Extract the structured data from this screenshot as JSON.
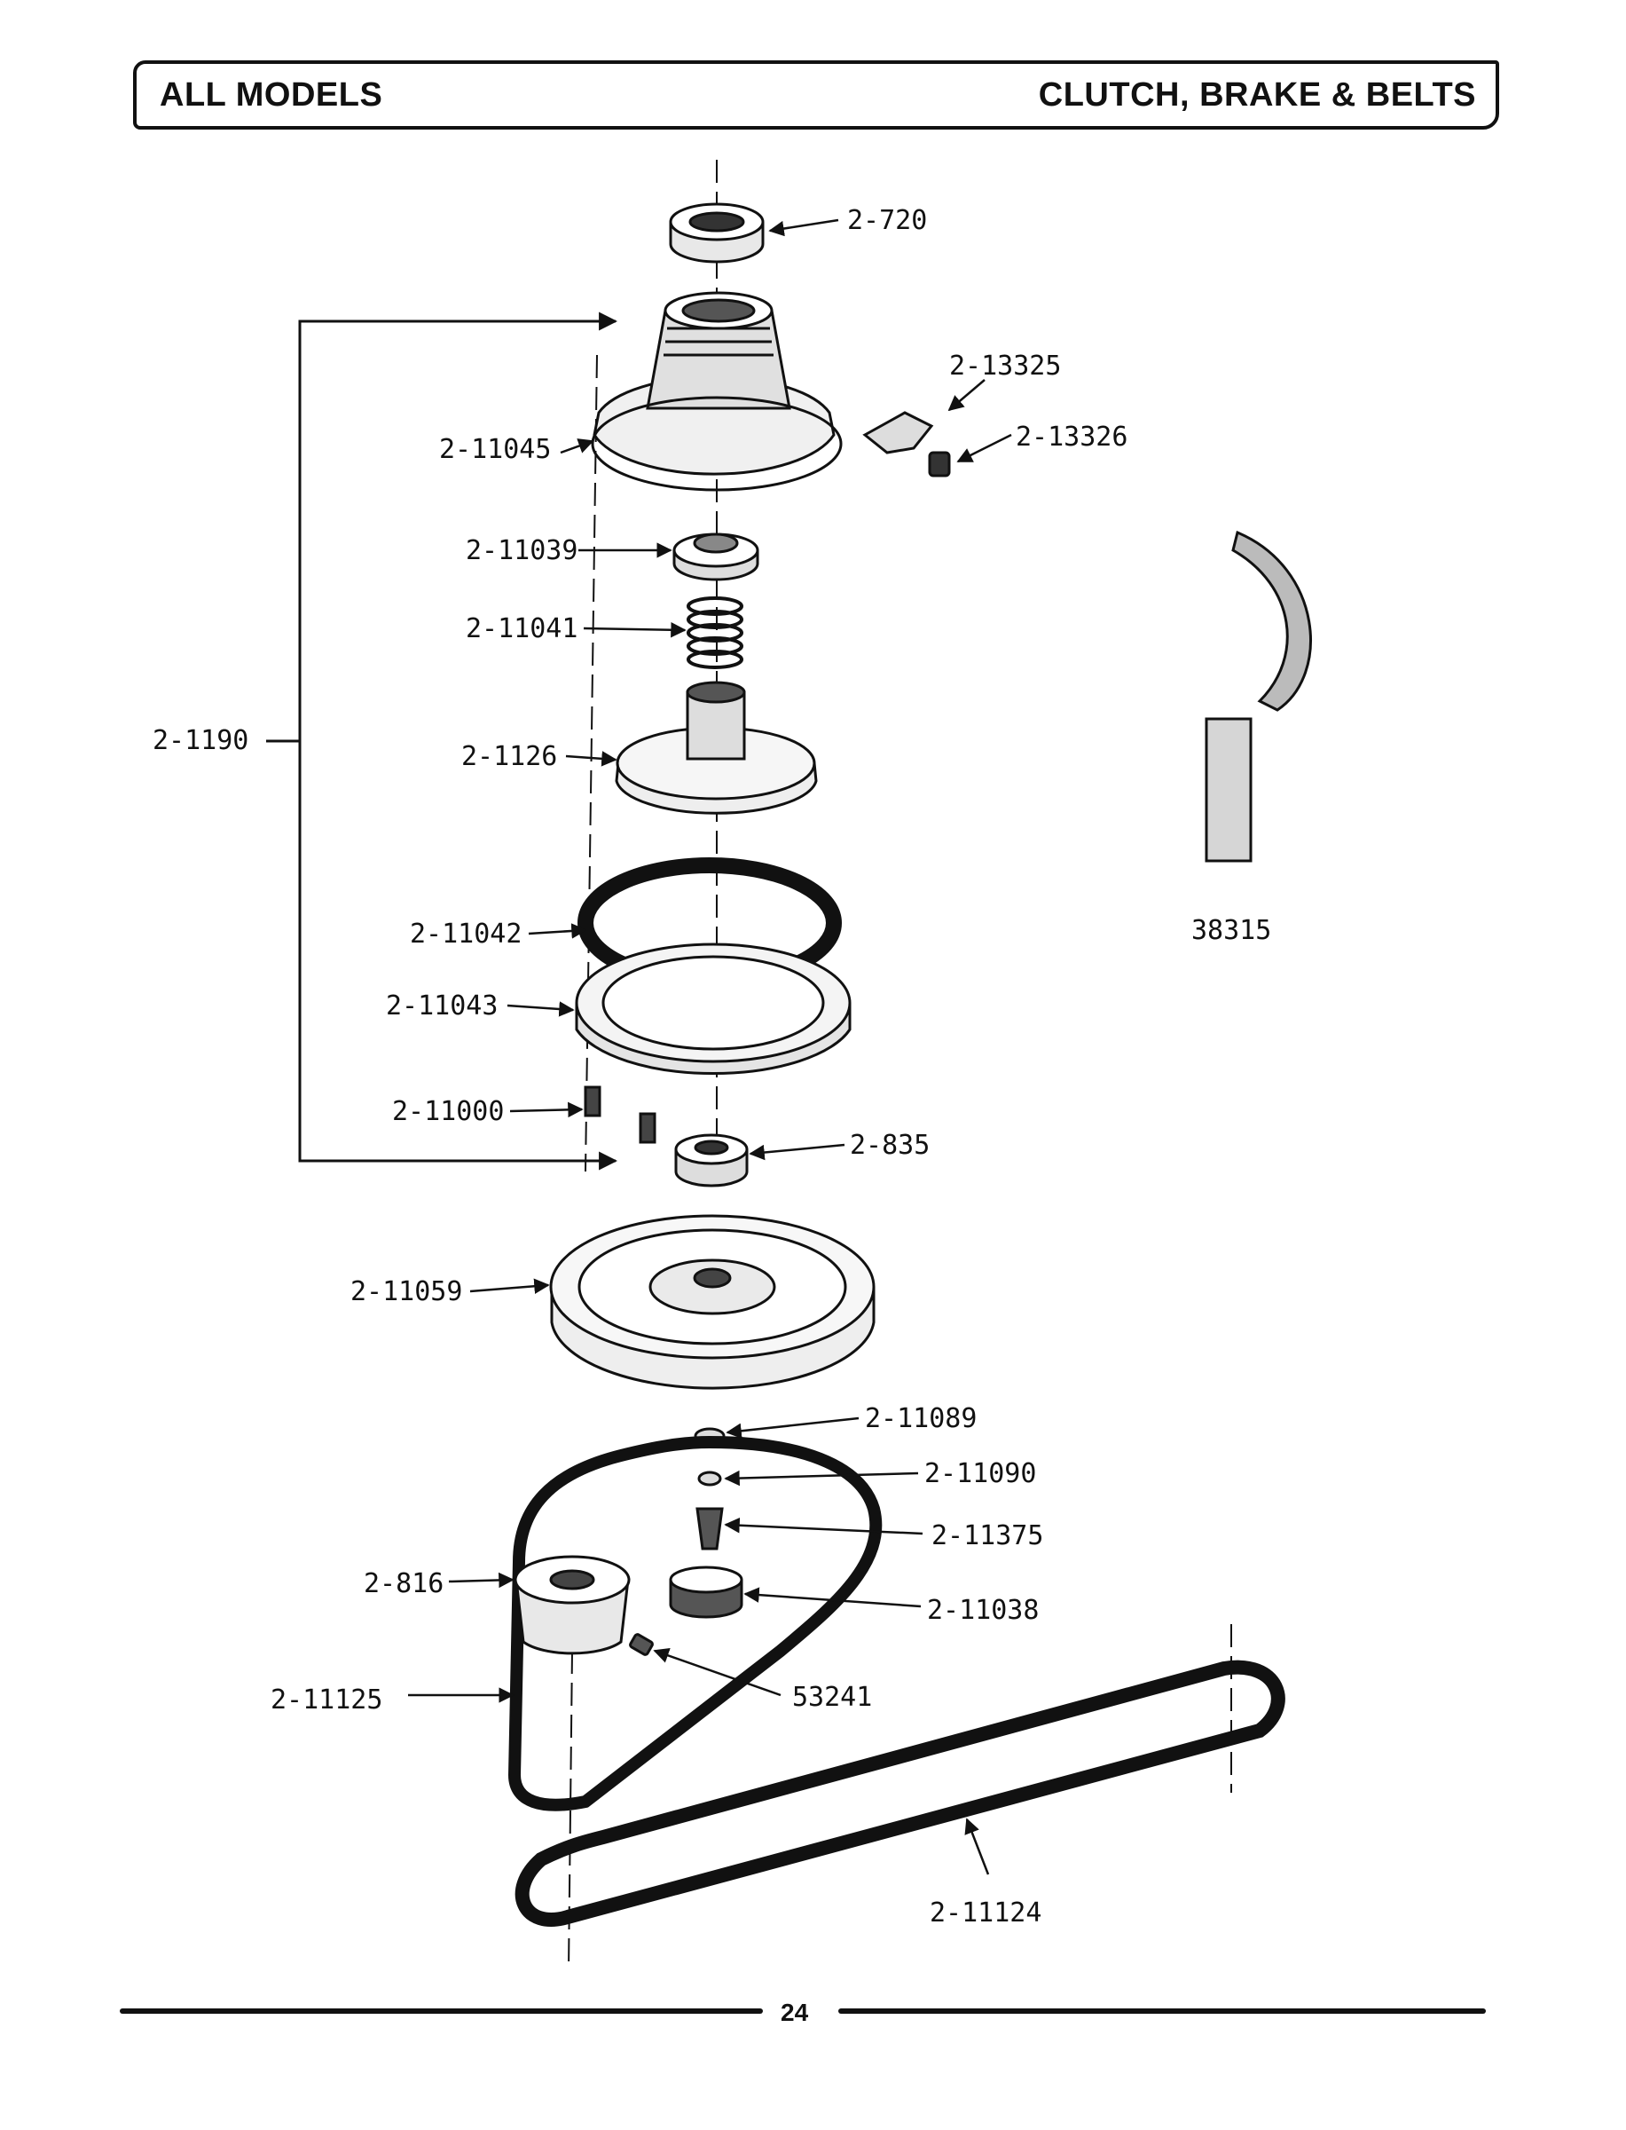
{
  "header": {
    "left_title": "ALL MODELS",
    "right_title": "CLUTCH, BRAKE & BELTS"
  },
  "labels": {
    "p2_720": "2-720",
    "p2_13325": "2-13325",
    "p2_13326": "2-13326",
    "p2_11045": "2-11045",
    "p2_11039": "2-11039",
    "p2_11041": "2-11041",
    "p2_1190": "2-1190",
    "p2_1126": "2-1126",
    "p38315": "38315",
    "p2_11042": "2-11042",
    "p2_11043": "2-11043",
    "p2_11000": "2-11000",
    "p2_835": "2-835",
    "p2_11059": "2-11059",
    "p2_11089": "2-11089",
    "p2_11090": "2-11090",
    "p2_11375": "2-11375",
    "p2_816": "2-816",
    "p2_11038": "2-11038",
    "p2_11125": "2-11125",
    "p53241": "53241",
    "p2_11124": "2-11124"
  },
  "footer": {
    "page_number": "24"
  }
}
